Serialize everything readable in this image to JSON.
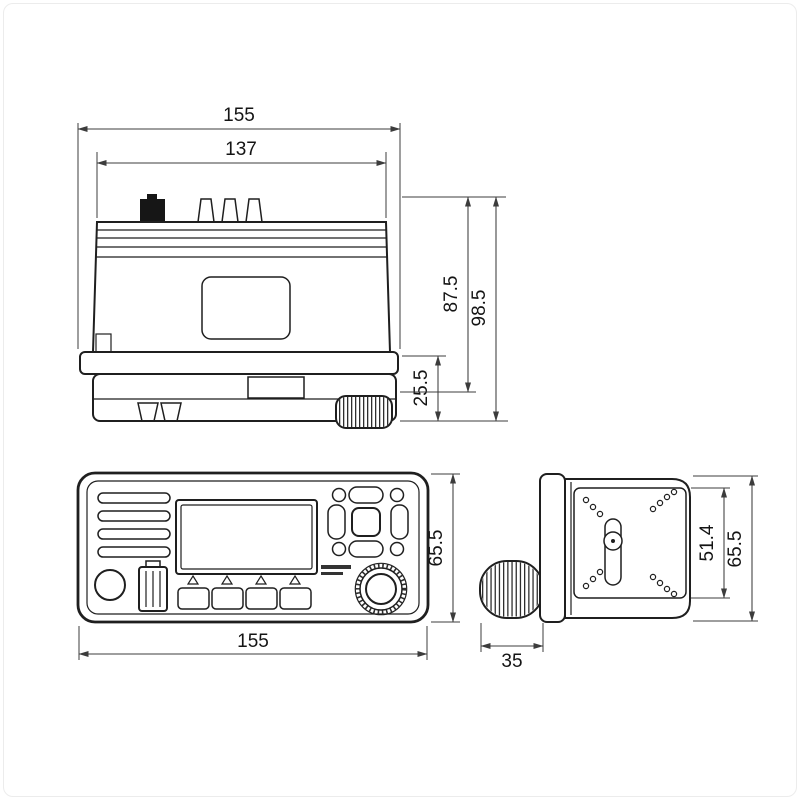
{
  "top_view": {
    "overall_width": "155",
    "chassis_width": "137",
    "body_depth": "87.5",
    "overall_depth": "98.5",
    "front_depth": "25.5"
  },
  "front_view": {
    "width": "155",
    "height": "65.5"
  },
  "side_view": {
    "bracket_height": "51.4",
    "overall_height": "65.5",
    "knob_depth": "35"
  }
}
